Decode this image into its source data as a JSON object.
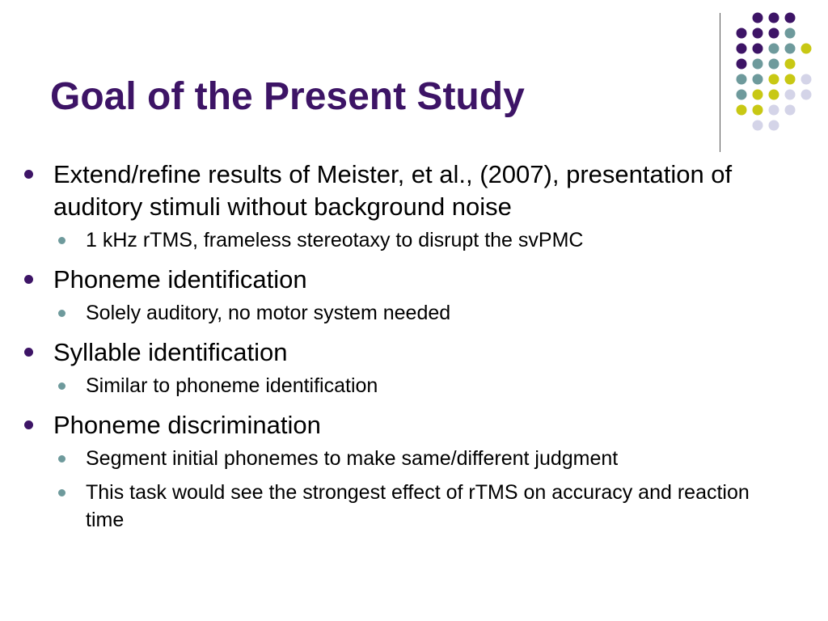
{
  "slide": {
    "title": "Goal of the Present Study"
  },
  "bullets": [
    {
      "text": "Extend/refine results of Meister, et al., (2007), presentation of auditory stimuli without background noise",
      "sub": [
        "1 kHz rTMS, frameless stereotaxy to disrupt the svPMC"
      ]
    },
    {
      "text": "Phoneme identification",
      "sub": [
        "Solely auditory, no motor system needed"
      ]
    },
    {
      "text": "Syllable identification",
      "sub": [
        "Similar to phoneme identification"
      ]
    },
    {
      "text": "Phoneme discrimination",
      "sub": [
        "Segment initial phonemes to make same/different judgment",
        "This task would see the strongest effect of rTMS on accuracy and reaction time"
      ]
    }
  ],
  "colors": {
    "title": "#3d1466",
    "dot_purple": "#3d1466",
    "dot_teal": "#6e9a9c",
    "dot_yellow": "#c8c814",
    "dot_lavender": "#d4d4e8",
    "bullet_l1": "#3d1466",
    "bullet_l2": "#6e9a9c"
  },
  "decoration": {
    "name": "dot-grid",
    "dot_colors_by_row": [
      [
        "purple",
        "purple",
        "purple"
      ],
      [
        "purple",
        "purple",
        "purple",
        "teal"
      ],
      [
        "purple",
        "purple",
        "teal",
        "teal",
        "yellow"
      ],
      [
        "purple",
        "teal",
        "teal",
        "yellow"
      ],
      [
        "teal",
        "teal",
        "yellow",
        "yellow",
        "lavender"
      ],
      [
        "teal",
        "yellow",
        "yellow",
        "lavender",
        "lavender"
      ],
      [
        "yellow",
        "yellow",
        "lavender",
        "lavender"
      ],
      [
        "lavender",
        "lavender"
      ]
    ]
  }
}
